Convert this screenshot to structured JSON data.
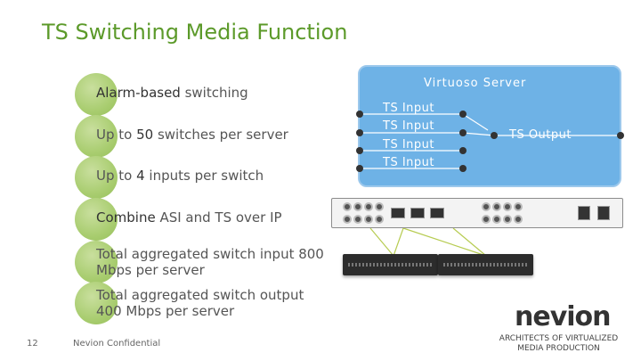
{
  "slide": {
    "title": "TS Switching Media Function",
    "page_number": "12",
    "confidential": "Nevion Confidential",
    "tagline_line1": "ARCHITECTS OF VIRTUALIZED",
    "tagline_line2": "MEDIA PRODUCTION",
    "logo_text": "nevion"
  },
  "bullets": [
    {
      "bold": "Alarm-based",
      "text": " switching"
    },
    {
      "pre": "Up to ",
      "bold": "50",
      "text": " switches per server"
    },
    {
      "pre": "Up to ",
      "bold": "4",
      "text": " inputs per switch"
    },
    {
      "bold": "Combine",
      "text": " ASI and TS over IP"
    },
    {
      "text": "Total aggregated switch input 800 Mbps per server"
    },
    {
      "text": "Total aggregated switch output 400 Mbps per server"
    }
  ],
  "diagram": {
    "server_title": "Virtuoso Server",
    "inputs": [
      "TS Input",
      "TS Input",
      "TS Input",
      "TS Input"
    ],
    "output": "TS Output"
  },
  "colors": {
    "title_green": "#5c9a2a",
    "server_blue": "#6eb2e6",
    "bullet_green": "#a9cd70",
    "link_line": "#b7cc52"
  },
  "icons": {
    "bullet": "green-circle",
    "port": "connector-circle",
    "logo": "nevion-logo"
  }
}
